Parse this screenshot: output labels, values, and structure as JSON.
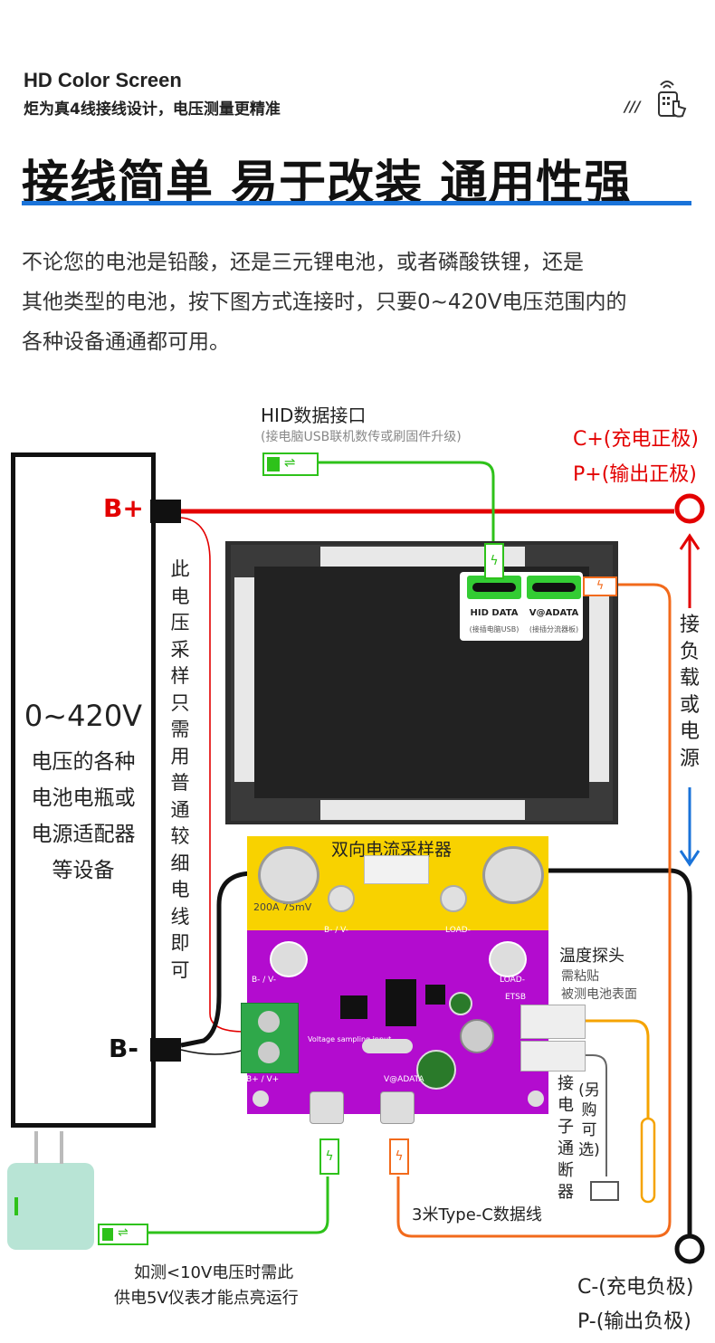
{
  "header": {
    "subtitle_en": "HD Color Screen",
    "subtitle_cn": "炬为真4线接线设计，电压测量更精准",
    "deco_slashes": "///",
    "title": "接线简单 易于改装 通用性强"
  },
  "intro": {
    "line1": "不论您的电池是铅酸，还是三元锂电池，或者磷酸铁锂，还是",
    "line2": "其他类型的电池，按下图方式连接时，只要0~420V电压范围内的",
    "line3": "各种设备通通都可用。"
  },
  "diagram": {
    "hid_title": "HID数据接口",
    "hid_sub": "(接电脑USB联机数传或刷固件升级)",
    "c_plus": "C+(充电正极)",
    "p_plus": "P+(输出正极)",
    "b_plus": "B+",
    "b_minus": "B-",
    "battery_voltage": "0~420V",
    "battery_line1": "电压的各种",
    "battery_line2": "电池电瓶或",
    "battery_line3": "电源适配器",
    "battery_line4": "等设备",
    "sampling_note": "此电压采样只需用普通较细电线即可",
    "load_note": "接负载或电源",
    "screen_port1": "HID DATA",
    "screen_port1_sub": "(接插电脑USB)",
    "screen_port2": "V@ADATA",
    "screen_port2_sub": "(接插分流器板)",
    "shunt_title": "双向电流采样器",
    "shunt_marking": "200A 75mV",
    "pcb_bminus": "B- / V-",
    "pcb_load": "LOAD-",
    "pcb_bplus": "B+ / V+",
    "pcb_voltage_input": "Voltage sampling input",
    "pcb_etsb": "ETSB",
    "pcb_vadata": "V@ADATA",
    "temp_title": "温度探头",
    "temp_line1": "需粘贴",
    "temp_line2": "被测电池表面",
    "relay_note": "接电子通断器",
    "relay_optional": "(另购可选)",
    "cable_note": "3米Type-C数据线",
    "power_line1": "如测<10V电压时需此",
    "power_line2": "供电5V仪表才能点亮运行",
    "c_minus": "C-(充电负极)",
    "p_minus": "P-(输出负极)"
  },
  "colors": {
    "red_wire": "#e30000",
    "green_wire": "#2ec21a",
    "orange_wire": "#f26a1b",
    "black_wire": "#111111",
    "blue_accent": "#1a73d9",
    "shunt_yellow": "#f8d200",
    "pcb_purple": "#b30ccf"
  }
}
